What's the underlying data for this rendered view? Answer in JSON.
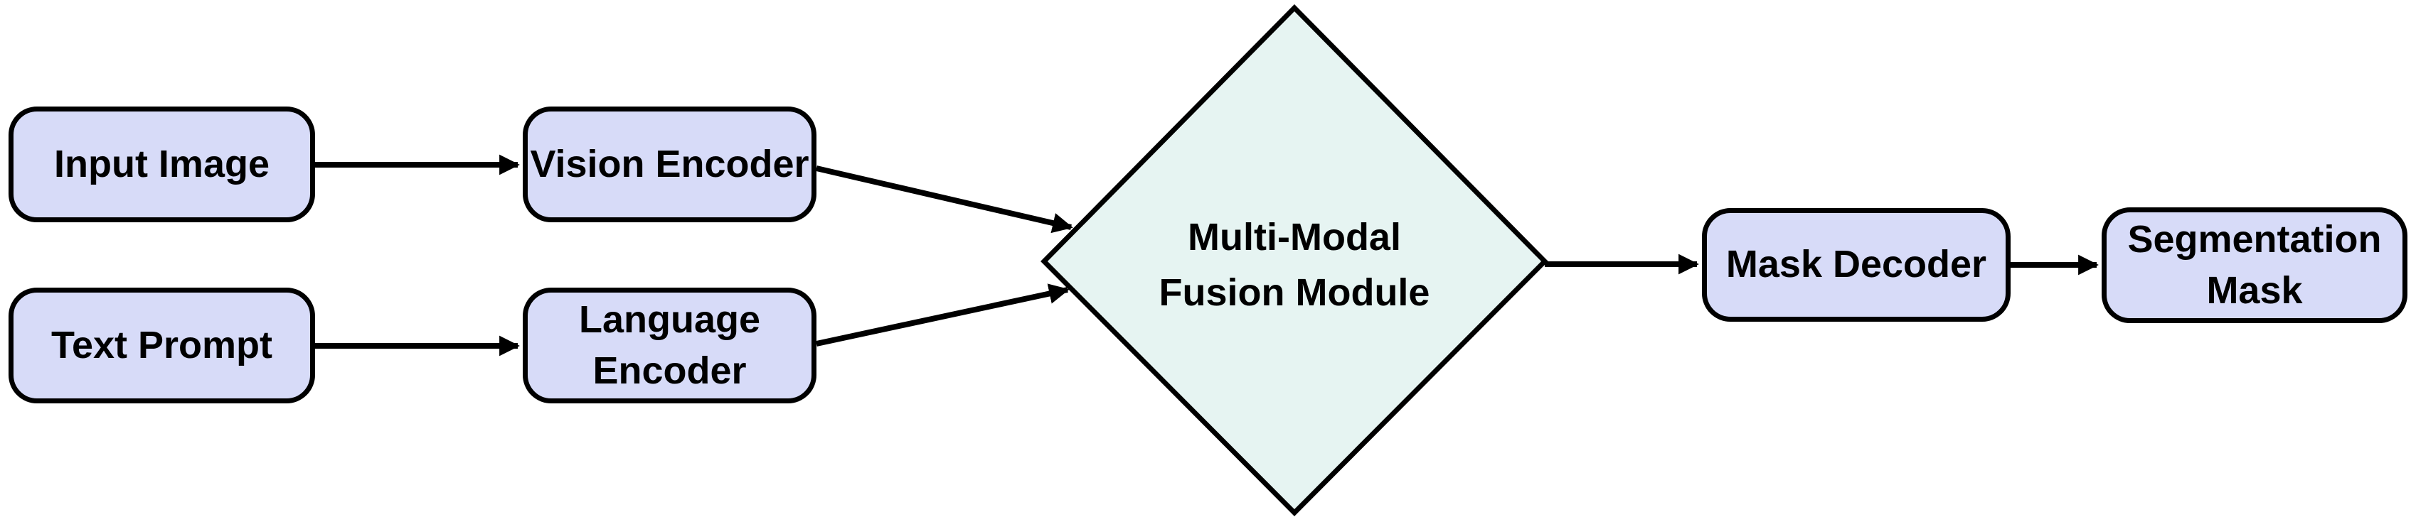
{
  "colors": {
    "background": "#ffffff",
    "box_fill": "#d7dbf8",
    "box_border": "#000000",
    "diamond_fill": "#e6f4f2",
    "arrow": "#000000",
    "text": "#000000"
  },
  "nodes": {
    "input_image": {
      "label": "Input Image",
      "shape": "rounded-rect",
      "lines": [
        "Input Image"
      ]
    },
    "vision_encoder": {
      "label": "Vision Encoder",
      "shape": "rounded-rect",
      "lines": [
        "Vision Encoder"
      ]
    },
    "text_prompt": {
      "label": "Text Prompt",
      "shape": "rounded-rect",
      "lines": [
        "Text Prompt"
      ]
    },
    "language_encoder": {
      "label": "Language Encoder",
      "shape": "rounded-rect",
      "lines": [
        "Language",
        "Encoder"
      ]
    },
    "fusion_module": {
      "label": "Multi-Modal Fusion Module",
      "shape": "diamond",
      "lines": [
        "Multi-Modal",
        "Fusion Module"
      ]
    },
    "mask_decoder": {
      "label": "Mask Decoder",
      "shape": "rounded-rect",
      "lines": [
        "Mask Decoder"
      ]
    },
    "segmentation_mask": {
      "label": "Segmentation Mask",
      "shape": "rounded-rect",
      "lines": [
        "Segmentation",
        "Mask"
      ]
    }
  },
  "edges": [
    {
      "from": "input_image",
      "to": "vision_encoder"
    },
    {
      "from": "text_prompt",
      "to": "language_encoder"
    },
    {
      "from": "vision_encoder",
      "to": "fusion_module"
    },
    {
      "from": "language_encoder",
      "to": "fusion_module"
    },
    {
      "from": "fusion_module",
      "to": "mask_decoder"
    },
    {
      "from": "mask_decoder",
      "to": "segmentation_mask"
    }
  ]
}
